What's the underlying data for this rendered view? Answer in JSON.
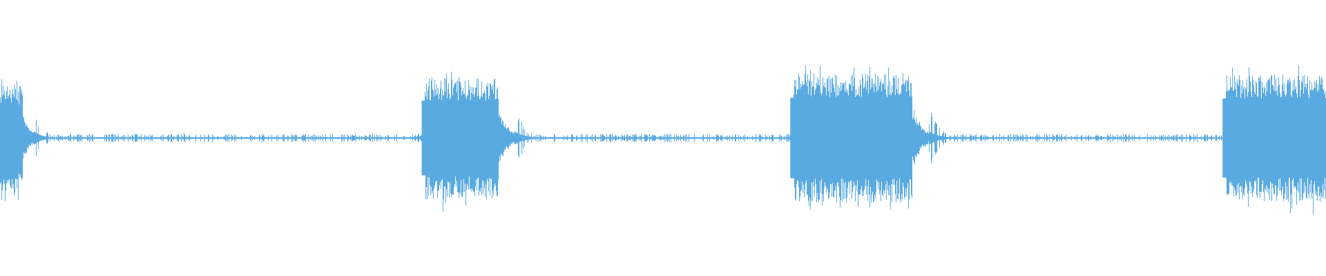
{
  "waveform": {
    "color": "#5aaae2",
    "background": "#ffffff",
    "bursts": [
      {
        "start": 0.0,
        "end": 0.017,
        "amplitude": 0.46,
        "ramp_in": 0.0,
        "tail": 0.035
      },
      {
        "start": 0.318,
        "end": 0.376,
        "amplitude": 0.52,
        "ramp_in": 0.003,
        "tail": 0.045
      },
      {
        "start": 0.596,
        "end": 0.688,
        "amplitude": 0.56,
        "ramp_in": 0.003,
        "tail": 0.045
      },
      {
        "start": 0.922,
        "end": 1.0,
        "amplitude": 0.55,
        "ramp_in": 0.003,
        "tail": 0.0
      }
    ],
    "silence_level": 0.006,
    "peak_level": 0.6
  }
}
